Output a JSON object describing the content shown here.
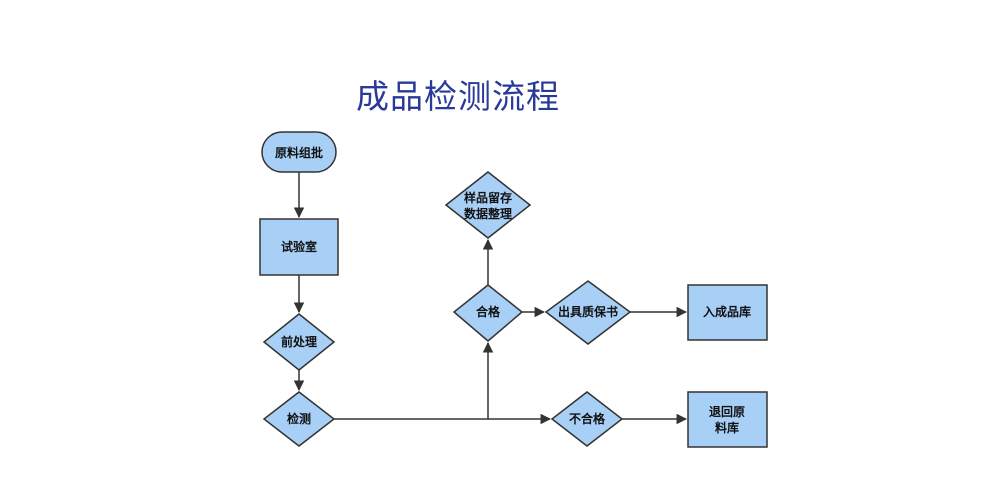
{
  "title": "成品检测流程",
  "colors": {
    "node_fill": "#a8d0f7",
    "node_stroke": "#333333",
    "title": "#2a3a9a",
    "edge": "#333333"
  },
  "nodes": {
    "raw_batch": {
      "shape": "terminator",
      "lines": [
        "原料组批"
      ]
    },
    "lab": {
      "shape": "process",
      "lines": [
        "试验室"
      ]
    },
    "pretreat": {
      "shape": "decision",
      "lines": [
        "前处理"
      ]
    },
    "test": {
      "shape": "decision",
      "lines": [
        "检测"
      ]
    },
    "pass": {
      "shape": "decision",
      "lines": [
        "合格"
      ]
    },
    "sample": {
      "shape": "decision",
      "lines": [
        "样品留存",
        "数据整理"
      ]
    },
    "certificate": {
      "shape": "decision",
      "lines": [
        "出具质保书"
      ]
    },
    "warehouse": {
      "shape": "process",
      "lines": [
        "入成品库"
      ]
    },
    "fail": {
      "shape": "decision",
      "lines": [
        "不合格"
      ]
    },
    "return": {
      "shape": "process",
      "lines": [
        "退回原",
        "料库"
      ]
    }
  },
  "edges": [
    [
      "raw_batch",
      "lab"
    ],
    [
      "lab",
      "pretreat"
    ],
    [
      "pretreat",
      "test"
    ],
    [
      "test",
      "pass"
    ],
    [
      "test",
      "fail"
    ],
    [
      "pass",
      "sample"
    ],
    [
      "pass",
      "certificate"
    ],
    [
      "certificate",
      "warehouse"
    ],
    [
      "fail",
      "return"
    ]
  ]
}
